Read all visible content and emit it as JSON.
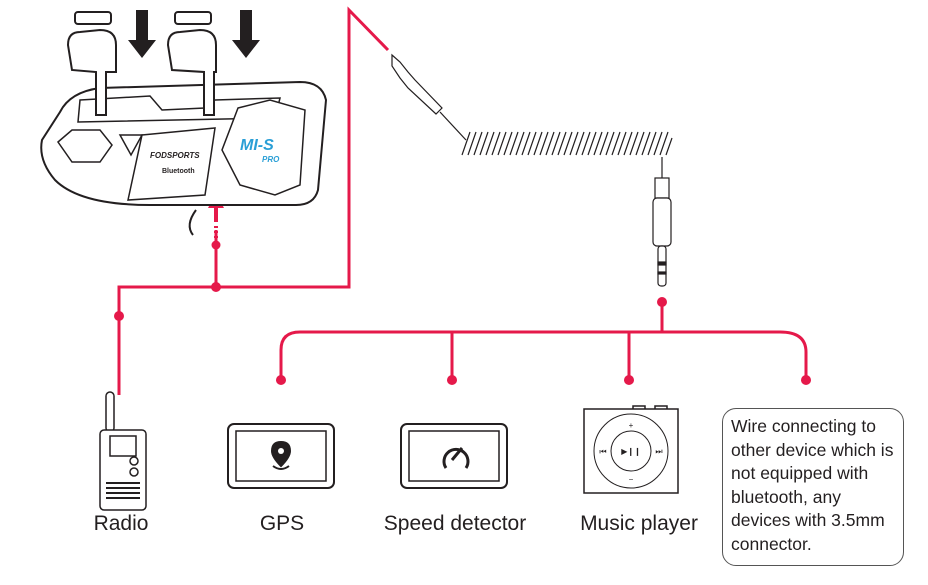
{
  "diagram": {
    "accent_color": "#e5194a",
    "headset": {
      "brand": "FODSPORTS",
      "bluetooth": "Bluetooth",
      "model": "MI-S",
      "model_sub": "PRO",
      "model_color": "#2a9fd6"
    },
    "devices": [
      {
        "name": "radio",
        "label": "Radio"
      },
      {
        "name": "gps",
        "label": "GPS"
      },
      {
        "name": "speed-detector",
        "label": "Speed detector"
      },
      {
        "name": "music-player",
        "label": "Music player"
      }
    ],
    "note": "Wire connecting to other device which is not equipped with bluetooth, any devices with 3.5mm connector."
  }
}
